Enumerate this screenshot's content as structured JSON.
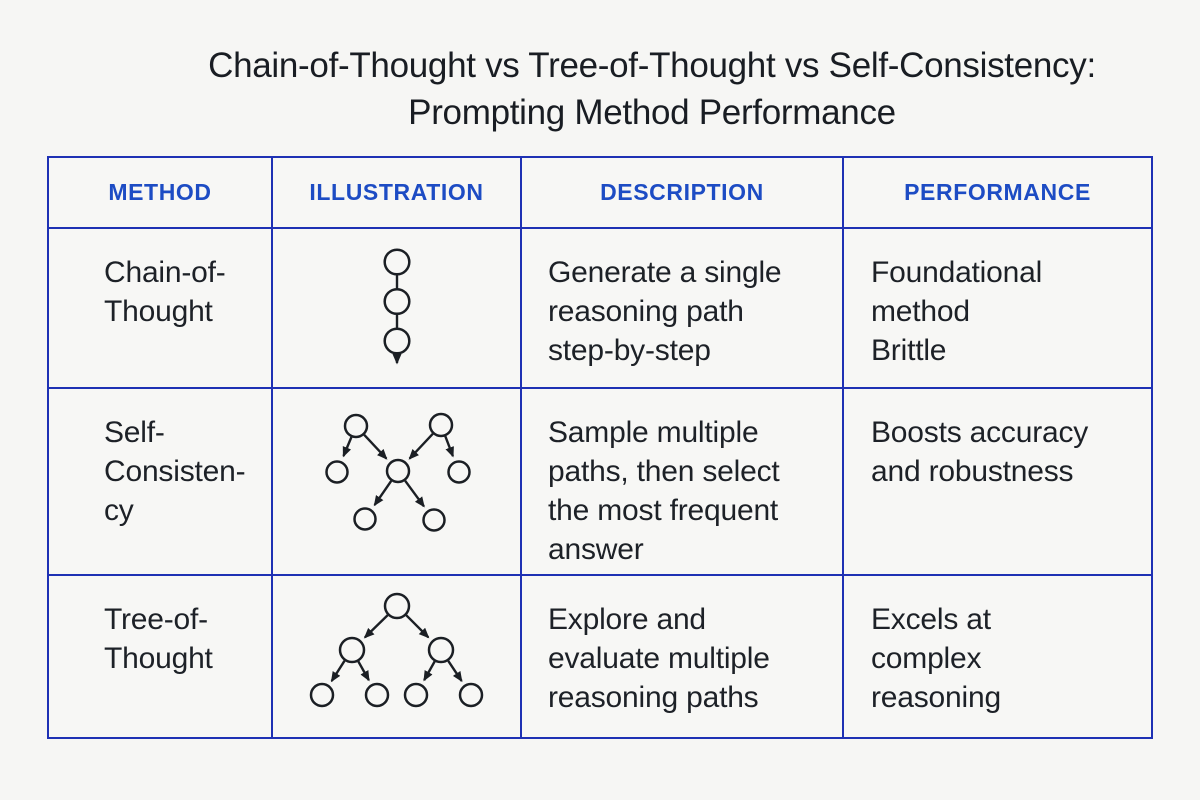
{
  "title": {
    "line1": "Chain-of-Thought vs Tree-of-Thought vs Self-Consistency:",
    "line2": "Prompting Method Performance"
  },
  "table": {
    "headers": [
      "METHOD",
      "ILLUSTRATION",
      "DESCRIPTION",
      "PERFORMANCE"
    ],
    "rows": [
      {
        "method": "Chain-of-\nThought",
        "illustration_icon": "chain-of-thought-diagram",
        "description": "Generate a single\nreasoning path\nstep-by-step",
        "performance": "Foundational\nmethod\nBrittle"
      },
      {
        "method": "Self-\nConsisten-\ncy",
        "illustration_icon": "self-consistency-diagram",
        "description": "Sample multiple\npaths, then select\nthe most frequent\nanswer",
        "performance": "Boosts accuracy\nand robustness"
      },
      {
        "method": "Tree-of-\nThought",
        "illustration_icon": "tree-of-thought-diagram",
        "description": "Explore and\nevaluate multiple\nreasoning paths",
        "performance": "Excels at\ncomplex\nreasoning"
      }
    ]
  },
  "colors": {
    "border_blue": "#1e31b4",
    "header_blue": "#1d4cc4",
    "text_dark": "#1d2127",
    "background": "#f6f6f4",
    "diagram_stroke": "#1b1f24"
  }
}
